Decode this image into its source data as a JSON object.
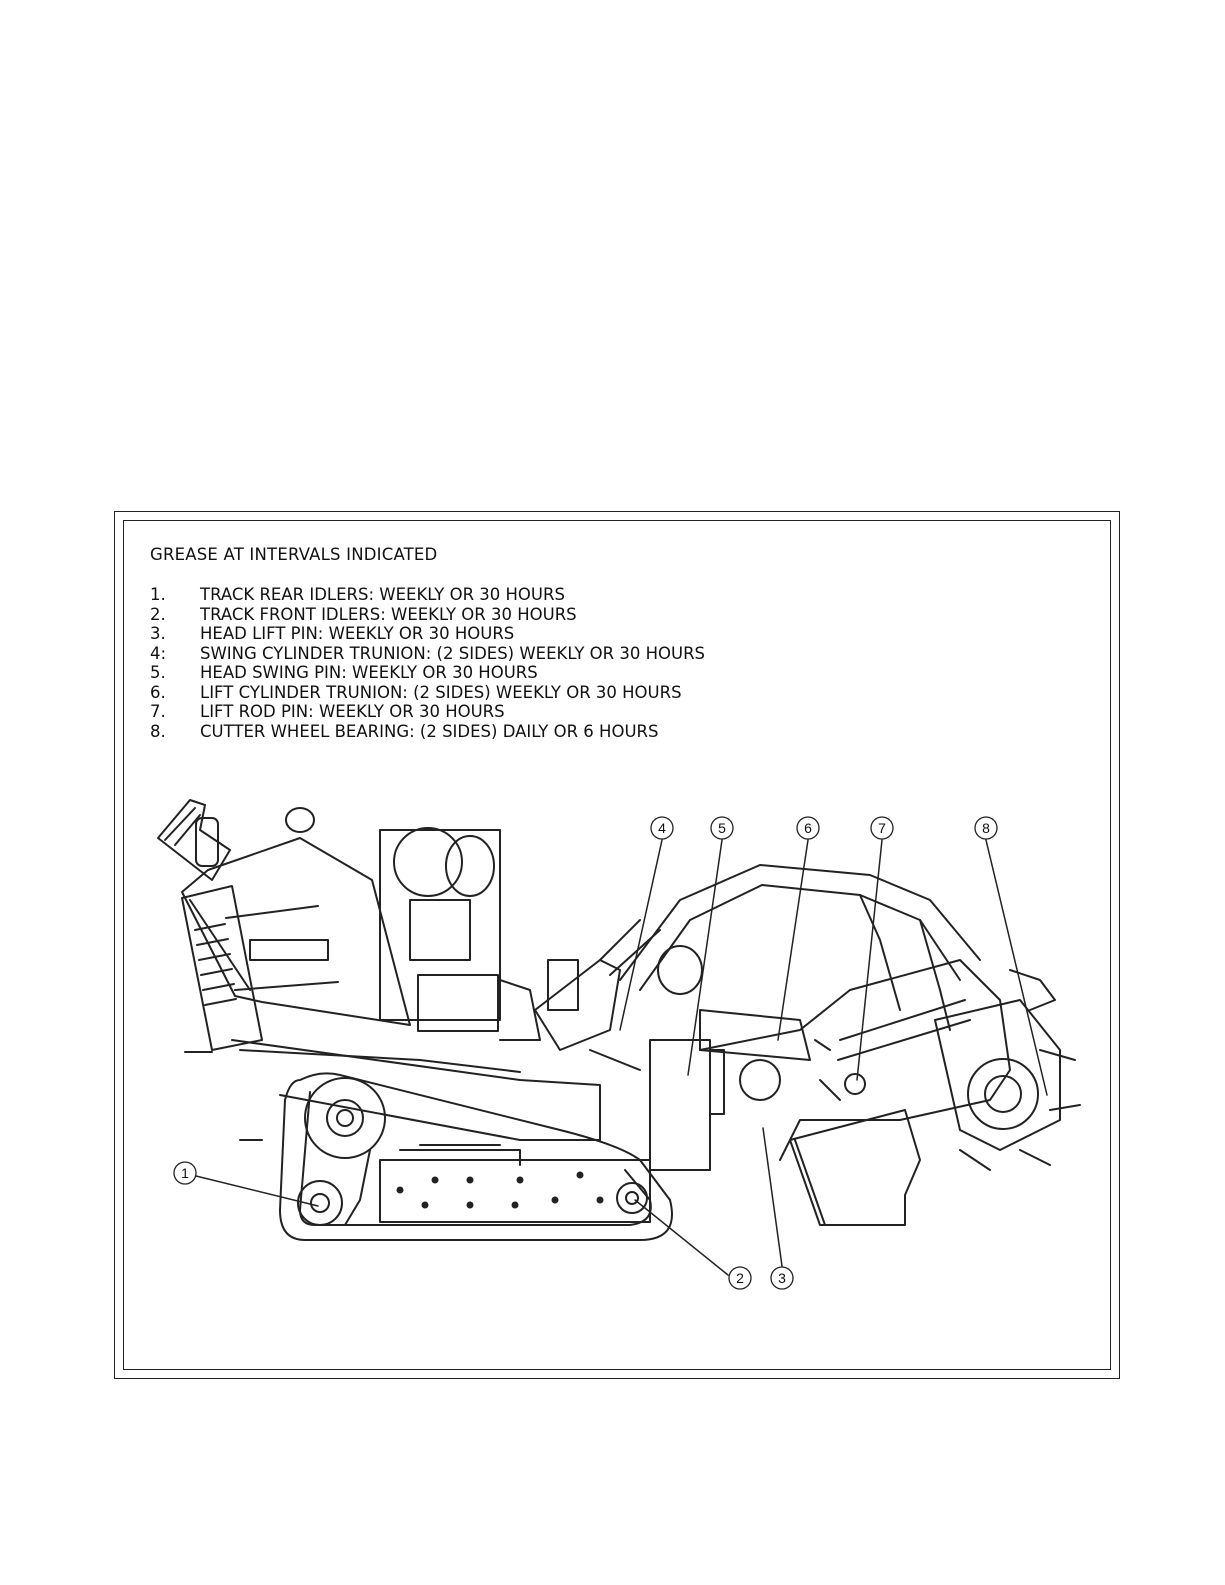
{
  "panel": {
    "heading": "GREASE AT INTERVALS INDICATED",
    "items": [
      {
        "num": "1.",
        "text": "TRACK REAR IDLERS: WEEKLY OR 30 HOURS"
      },
      {
        "num": "2.",
        "text": "TRACK FRONT IDLERS: WEEKLY OR 30 HOURS"
      },
      {
        "num": "3.",
        "text": "HEAD LIFT PIN: WEEKLY OR 30 HOURS"
      },
      {
        "num": "4:",
        "text": "SWING CYLINDER TRUNION: (2 SIDES) WEEKLY OR 30 HOURS"
      },
      {
        "num": "5.",
        "text": "HEAD SWING PIN: WEEKLY OR 30 HOURS"
      },
      {
        "num": "6.",
        "text": "LIFT CYLINDER TRUNION: (2 SIDES) WEEKLY OR 30 HOURS"
      },
      {
        "num": "7.",
        "text": "LIFT ROD PIN: WEEKLY OR 30 HOURS"
      },
      {
        "num": "8.",
        "text": "CUTTER WHEEL BEARING: (2 SIDES) DAILY OR 6 HOURS"
      }
    ]
  },
  "callouts": [
    "1",
    "2",
    "3",
    "4",
    "5",
    "6",
    "7",
    "8"
  ]
}
